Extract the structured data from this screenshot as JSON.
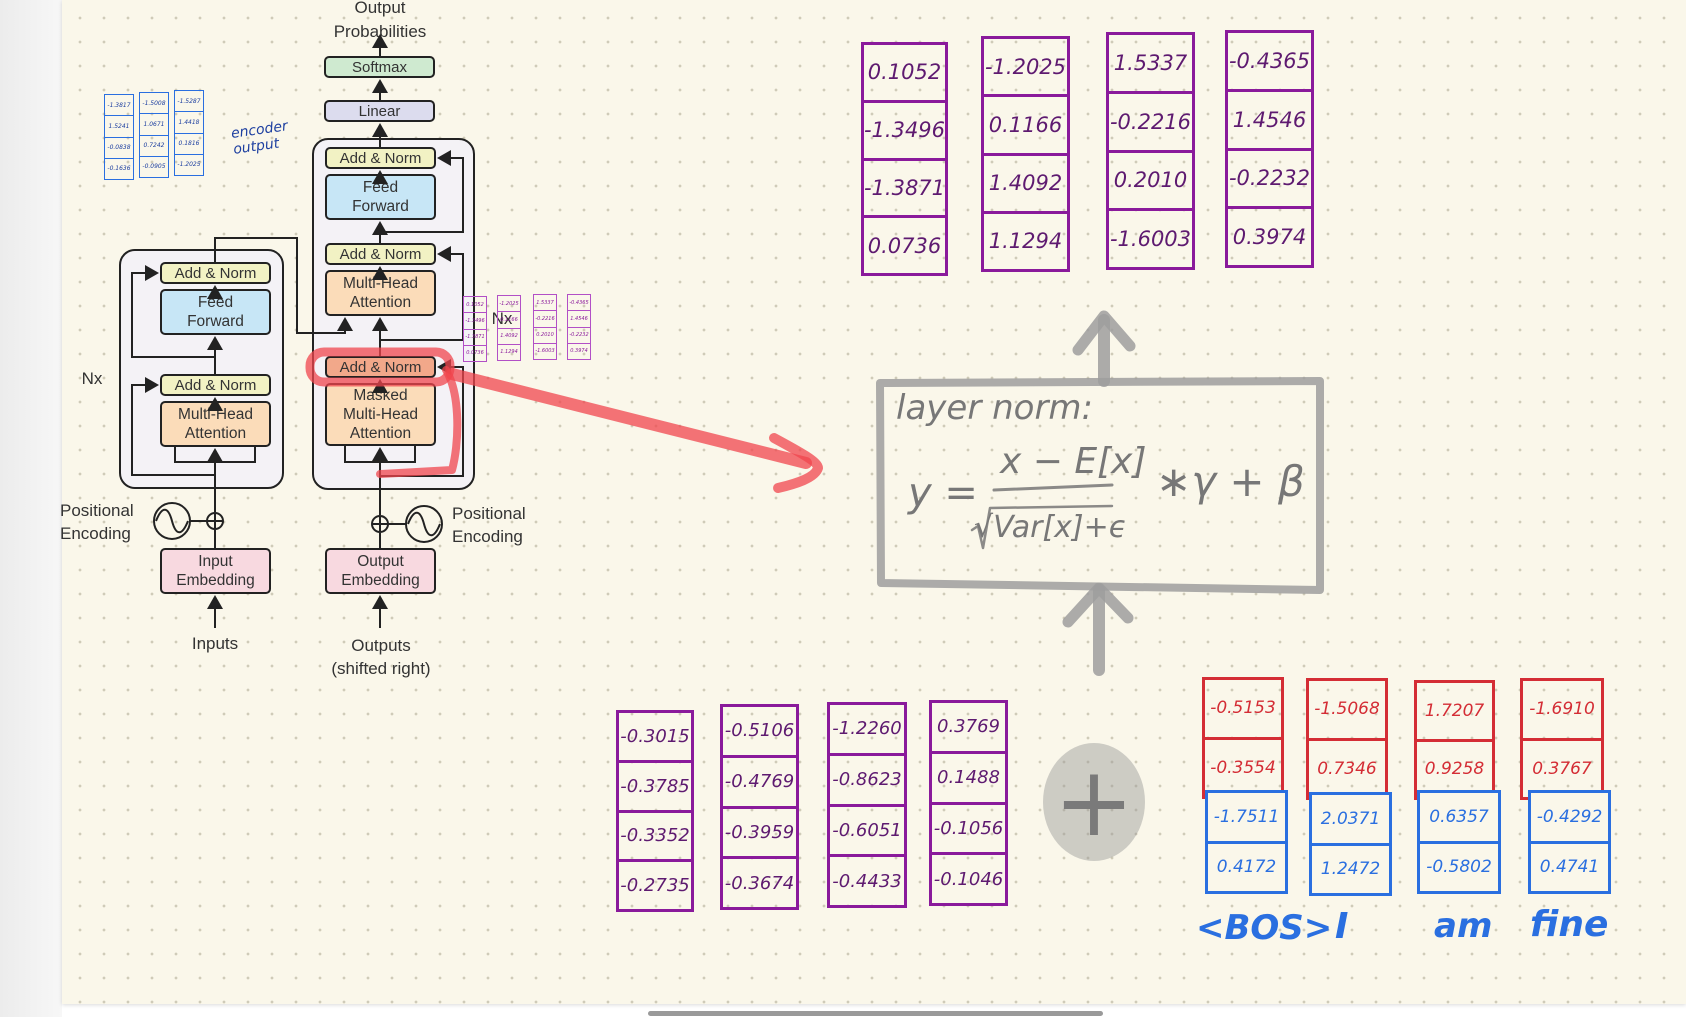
{
  "diagram": {
    "encoder": {
      "add_norm_top": "Add & Norm",
      "feed_forward": "Feed\nForward",
      "add_norm_bottom": "Add & Norm",
      "attention": "Multi-Head\nAttention",
      "nx": "Nx",
      "positional_encoding": "Positional\nEncoding",
      "embedding": "Input\nEmbedding",
      "inputs": "Inputs"
    },
    "decoder": {
      "output_probabilities": "Output\nProbabilities",
      "softmax": "Softmax",
      "linear": "Linear",
      "add_norm_top": "Add & Norm",
      "feed_forward": "Feed\nForward",
      "add_norm_mid": "Add & Norm",
      "cross_attention": "Multi-Head\nAttention",
      "add_norm_bottom": "Add & Norm",
      "masked_attention": "Masked\nMulti-Head\nAttention",
      "nx": "Nx",
      "positional_encoding": "Positional\nEncoding",
      "embedding": "Output\nEmbedding",
      "outputs": "Outputs\n(shifted right)"
    },
    "colors": {
      "add_norm": "#f2f2c4",
      "feed_forward": "#c7e6f6",
      "attention": "#fbdcb9",
      "embedding": "#f8d9e0",
      "softmax": "#cfead0",
      "linear": "#dcdcee",
      "highlight": "#f0464e"
    }
  },
  "notes": {
    "encoder_output_label": "encoder\noutput",
    "layer_norm_title": "layer norm:",
    "formula": {
      "y": "y =",
      "numerator": "x − E[x]",
      "denominator": "√Var[x]+ϵ",
      "tail": "∗γ + β"
    },
    "plus_sign": "+"
  },
  "matrices": {
    "output_columns": [
      [
        "0.1052",
        "-1.3496",
        "-1.3871",
        "0.0736"
      ],
      [
        "-1.2025",
        "0.1166",
        "1.4092",
        "1.1294"
      ],
      [
        "1.5337",
        "-0.2216",
        "0.2010",
        "-1.6003"
      ],
      [
        "-0.4365",
        "1.4546",
        "-0.2232",
        "0.3974"
      ]
    ],
    "input_columns": [
      [
        "-0.3015",
        "-0.3785",
        "-0.3352",
        "-0.2735"
      ],
      [
        "-0.5106",
        "-0.4769",
        "-0.3959",
        "-0.3674"
      ],
      [
        "-1.2260",
        "-0.8623",
        "-0.6051",
        "-0.4433"
      ],
      [
        "0.3769",
        "0.1488",
        "-0.1056",
        "-0.1046"
      ]
    ],
    "token_red": [
      [
        "-0.5153",
        "-0.3554"
      ],
      [
        "-1.5068",
        "0.7346"
      ],
      [
        "1.7207",
        "0.9258"
      ],
      [
        "-1.6910",
        "0.3767"
      ]
    ],
    "token_blue": [
      [
        "-1.7511",
        "0.4172"
      ],
      [
        "2.0371",
        "1.2472"
      ],
      [
        "0.6357",
        "-0.5802"
      ],
      [
        "-0.4292",
        "0.4741"
      ]
    ],
    "tokens": [
      "<BOS>",
      "I",
      "am",
      "fine"
    ],
    "encoder_output_mini": [
      [
        "-1.3817",
        "1.5241",
        "-0.0838",
        "-0.1636"
      ],
      [
        "-1.5008",
        "1.0671",
        "0.7242",
        "-0.0905"
      ],
      [
        "-1.5287",
        "1.4418",
        "0.1816",
        "-1.2025"
      ]
    ],
    "decoder_mini": [
      [
        "0.1052",
        "-1.3496",
        "-1.3871",
        "0.0736"
      ],
      [
        "-1.2025",
        "0.1166",
        "1.4092",
        "1.1294"
      ],
      [
        "1.5337",
        "-0.2216",
        "0.2010",
        "-1.6003"
      ],
      [
        "-0.4365",
        "1.4546",
        "-0.2232",
        "0.3974"
      ]
    ],
    "colors": {
      "purple": "#8a1a9b",
      "red": "#d42d35",
      "blue": "#2a6fe0",
      "blue_ink": "#1d3fa0"
    }
  }
}
